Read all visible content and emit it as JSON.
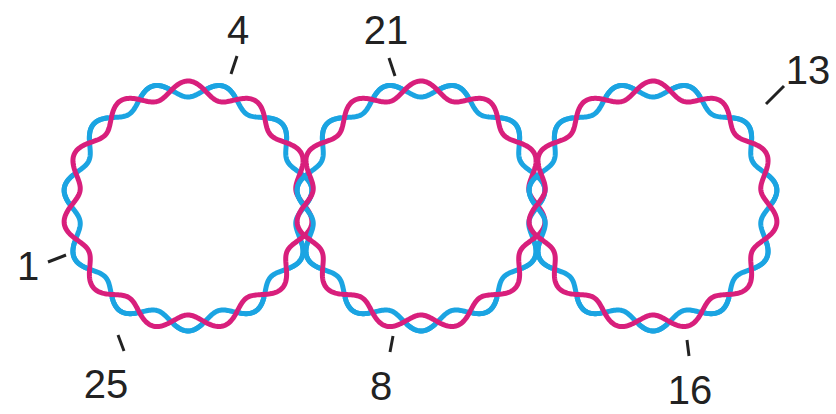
{
  "diagram": {
    "labels": [
      "4",
      "21",
      "13",
      "1",
      "25",
      "8",
      "16"
    ]
  }
}
